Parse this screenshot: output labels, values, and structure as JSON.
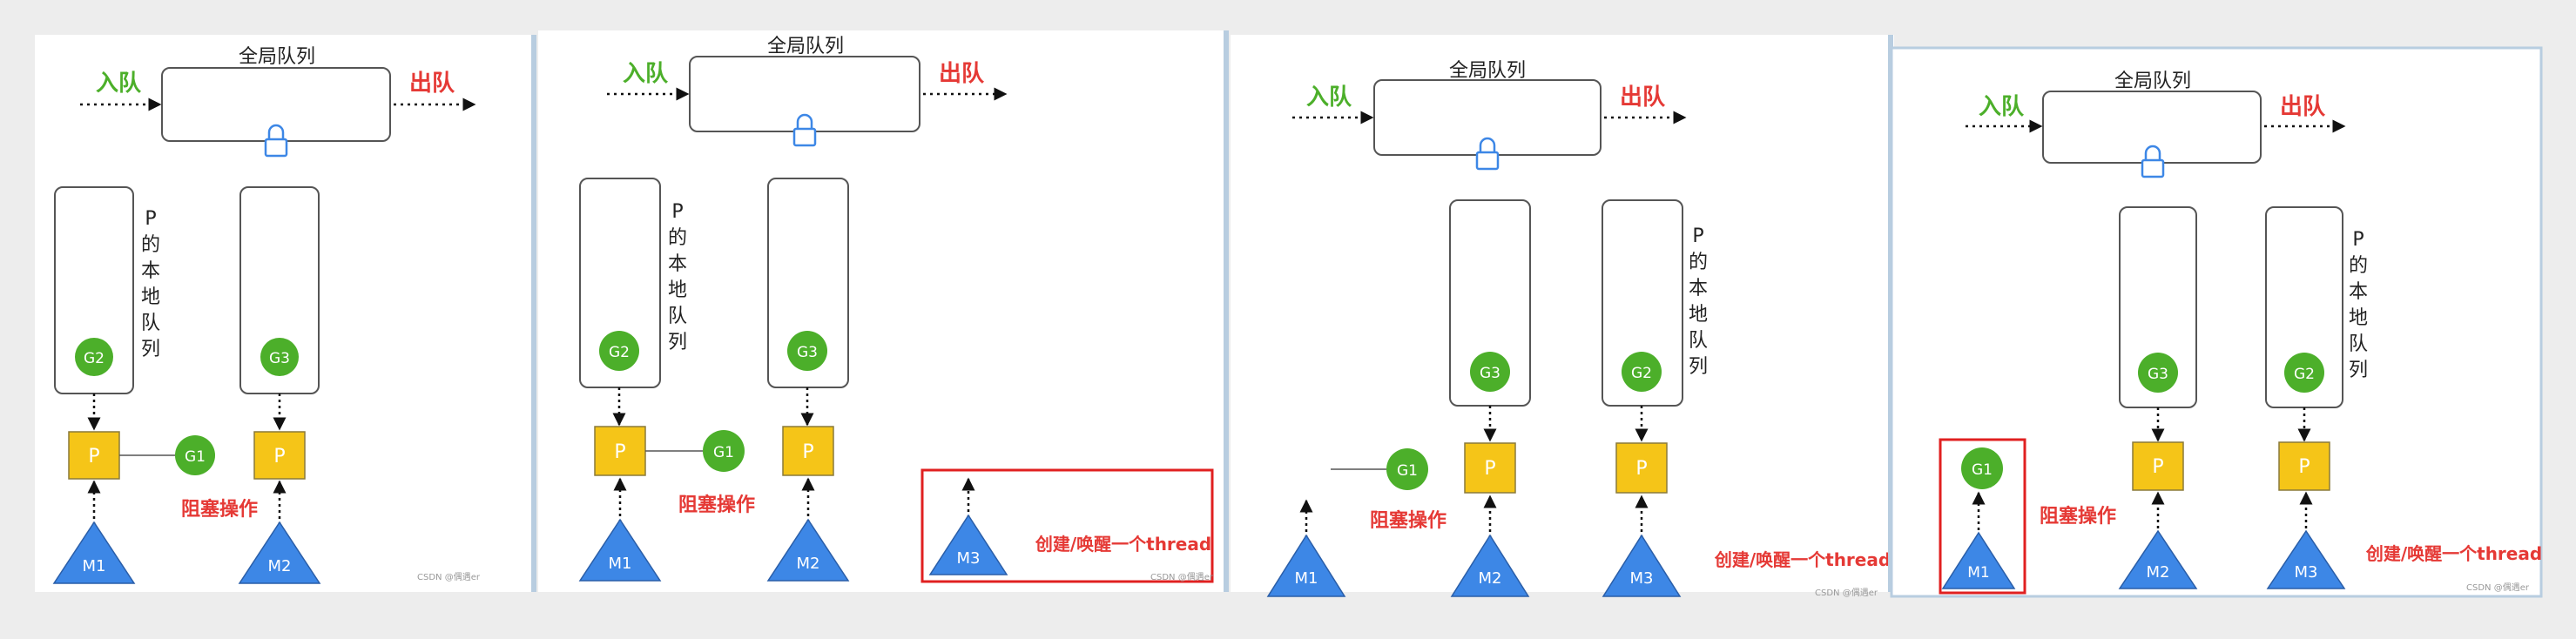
{
  "panels": [
    {
      "global_queue_label": "全局队列",
      "enqueue_label": "入队",
      "dequeue_label": "出队",
      "queues": [
        {
          "goroutine": "G2",
          "side_label": [
            "P",
            "的",
            "本",
            "地",
            "队",
            "列"
          ]
        },
        {
          "goroutine": "G3"
        }
      ],
      "processors": [
        "P",
        "P"
      ],
      "machines": [
        "M1",
        "M2"
      ],
      "blocked_goroutine": "G1",
      "blocking_label": "阻塞操作",
      "create_label": "",
      "new_machine": "",
      "watermark": "CSDN @偶遇er"
    },
    {
      "global_queue_label": "全局队列",
      "enqueue_label": "入队",
      "dequeue_label": "出队",
      "queues": [
        {
          "goroutine": "G2",
          "side_label": [
            "P",
            "的",
            "本",
            "地",
            "队",
            "列"
          ]
        },
        {
          "goroutine": "G3"
        }
      ],
      "processors": [
        "P",
        "P"
      ],
      "machines": [
        "M1",
        "M2"
      ],
      "blocked_goroutine": "G1",
      "blocking_label": "阻塞操作",
      "create_label": "创建/唤醒一个thread",
      "new_machine": "M3",
      "watermark": "CSDN @偶遇er"
    },
    {
      "global_queue_label": "全局队列",
      "enqueue_label": "入队",
      "dequeue_label": "出队",
      "queues": [
        {
          "goroutine": "G3"
        },
        {
          "goroutine": "G2",
          "side_label": [
            "P",
            "的",
            "本",
            "地",
            "队",
            "列"
          ]
        }
      ],
      "processors": [
        "P",
        "P"
      ],
      "machines": [
        "M2",
        "M3"
      ],
      "detached_machine": "M1",
      "blocked_goroutine": "G1",
      "blocking_label": "阻塞操作",
      "create_label": "创建/唤醒一个thread",
      "watermark": "CSDN @偶遇er"
    },
    {
      "global_queue_label": "全局队列",
      "enqueue_label": "入队",
      "dequeue_label": "出队",
      "queues": [
        {
          "goroutine": "G3"
        },
        {
          "goroutine": "G2",
          "side_label": [
            "P",
            "的",
            "本",
            "地",
            "队",
            "列"
          ]
        }
      ],
      "processors": [
        "P",
        "P"
      ],
      "machines": [
        "M2",
        "M3"
      ],
      "detached_machine": "M1",
      "blocked_goroutine": "G1",
      "blocking_label": "阻塞操作",
      "create_label": "创建/唤醒一个thread",
      "watermark": "CSDN @偶遇er"
    }
  ],
  "colors": {
    "enqueue": "#4caf2a",
    "dequeue": "#e53935",
    "goroutine": "#4caf2a",
    "processor": "#f5c518",
    "machine": "#3d87e6",
    "lock": "#3d87e6",
    "highlight": "#e02020",
    "blocking": "#e53935"
  }
}
